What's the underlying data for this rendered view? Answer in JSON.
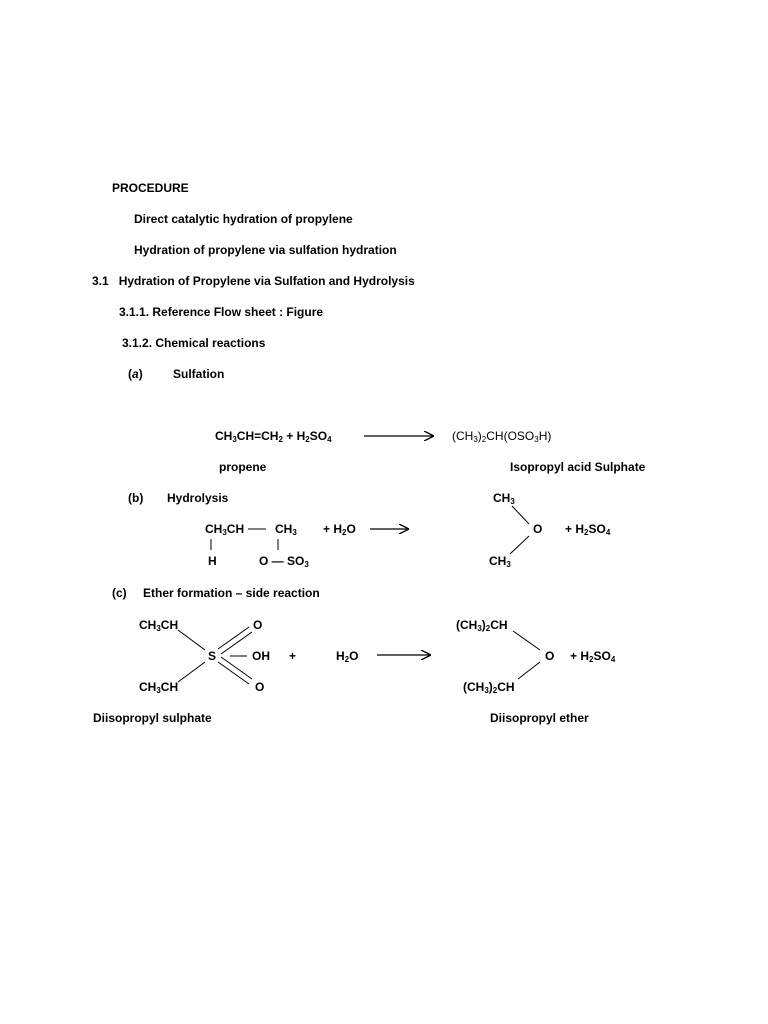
{
  "headings": {
    "procedure": "PROCEDURE",
    "opt1": "Direct catalytic hydration of propylene",
    "opt2": "Hydration of propylene via sulfation hydration",
    "s31_num": "3.1",
    "s31_title": "Hydration of Propylene via Sulfation and Hydrolysis",
    "s311": "3.1.1.  Reference Flow sheet : Figure",
    "s312": "3.1.2. Chemical reactions"
  },
  "reaction_a": {
    "label_open": "(",
    "label_letter": "a",
    "label_close": ")",
    "title": "Sulfation",
    "reactant_ch": "CH",
    "reactant_3": "3",
    "reactant_mid": "CH=CH",
    "reactant_2": "2",
    "plus": " +  H",
    "h2": "2",
    "so": "SO",
    "so4": "4",
    "product_a": "(CH",
    "product_3a": "3",
    "product_b": ")",
    "product_2": "2",
    "product_c": "CH(OSO",
    "product_3b": "3",
    "product_d": "H)",
    "reactant_name": "propene",
    "product_name": "Isopropyl acid Sulphate"
  },
  "reaction_b": {
    "label": "(b)",
    "title": "Hydrolysis",
    "chch": "CH",
    "chch_3": "3",
    "chch_tail": "CH",
    "ch3_a": "CH",
    "ch3_a_3": "3",
    "plus_h2o": "+ H",
    "plus_h2o_2": "2",
    "plus_h2o_o": "O",
    "h": "H",
    "oso": "O — SO",
    "oso_3": "3",
    "top_ch": "CH",
    "top_ch_3": "3",
    "o": "O",
    "plus_h2so4": "+   H",
    "plus_h2so4_2": "2",
    "plus_h2so4_so": "SO",
    "plus_h2so4_4": "4",
    "bot_ch": "CH",
    "bot_ch_3": "3"
  },
  "reaction_c": {
    "label": "(c)",
    "title": "Ether formation – side reaction",
    "chch_top": "CH",
    "chch_top_3": "3",
    "chch_top_tail": "CH",
    "o_top": "O",
    "s": "S",
    "oh": "OH",
    "plus": "+",
    "h2o": "H",
    "h2o_2": "2",
    "h2o_o": "O",
    "chch_bot": "CH",
    "chch_bot_3": "3",
    "chch_bot_tail": "CH",
    "o_bot": "O",
    "prod_top": "(CH",
    "prod_top_3": "3",
    "prod_top_tail": ")",
    "prod_top_2": "2",
    "prod_top_ch": "CH",
    "prod_o": "O",
    "prod_plus": "+  H",
    "prod_plus_2": "2",
    "prod_plus_so": "SO",
    "prod_plus_4": "4",
    "prod_bot": "(CH",
    "prod_bot_3": "3",
    "prod_bot_tail": ")",
    "prod_bot_2": "2",
    "prod_bot_ch": "CH",
    "reactant_name": "Diisopropyl  sulphate",
    "product_name": "Diisopropyl ether"
  }
}
